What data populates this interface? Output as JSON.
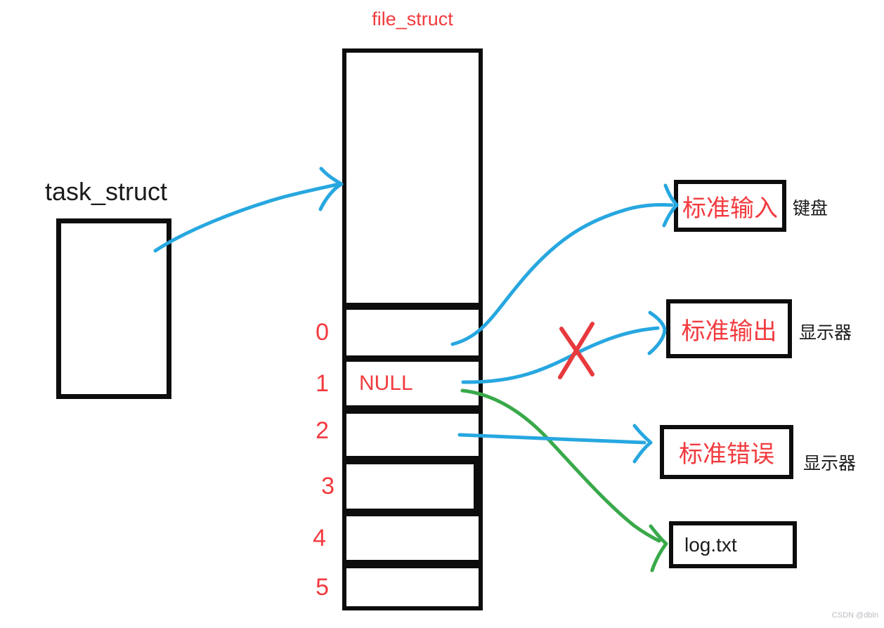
{
  "diagram": {
    "file_struct_label": "file_struct",
    "task_struct_label": "task_struct",
    "fd_table": {
      "rows": [
        {
          "index": "0",
          "value": ""
        },
        {
          "index": "1",
          "value": "NULL"
        },
        {
          "index": "2",
          "value": ""
        },
        {
          "index": "3",
          "value": ""
        },
        {
          "index": "4",
          "value": ""
        },
        {
          "index": "5",
          "value": ""
        }
      ]
    },
    "targets": [
      {
        "label": "标准输入",
        "device": "键盘"
      },
      {
        "label": "标准输出",
        "device": "显示器"
      },
      {
        "label": "标准错误",
        "device": "显示器"
      },
      {
        "label": "log.txt",
        "device": ""
      }
    ],
    "annotations": {
      "crossed_out_link": "fd1-to-standard-output",
      "redirected_link": "fd1-to-log-file"
    },
    "colors": {
      "arrow_blue": "#27a7e0",
      "arrow_green": "#39a94a",
      "cross_red": "#e8393d",
      "accent_red": "#f23b3f",
      "ink_black": "#0d0d0d",
      "watermark_gray": "#b9bcc2"
    },
    "watermark": "CSDN @dbln"
  }
}
